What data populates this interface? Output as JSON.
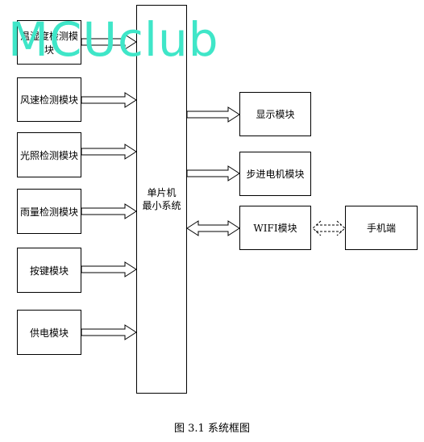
{
  "watermark": "MCUclub",
  "left_modules": [
    "温湿度检测模块",
    "风速检测模块",
    "光照检测模块",
    "雨量检测模块",
    "按键模块",
    "供电模块"
  ],
  "center_block": {
    "line1": "单片机",
    "line2": "最小系统"
  },
  "right_modules": {
    "display": "显示模块",
    "stepper": "步进电机模块",
    "wifi": "WIFI模块",
    "phone": "手机端"
  },
  "caption": "图 3.1  系统框图"
}
